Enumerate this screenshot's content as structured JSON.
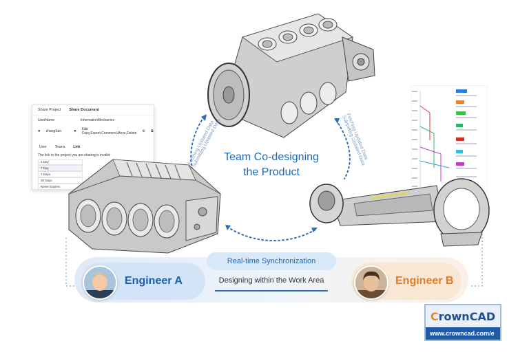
{
  "share_dialog": {
    "tab_share_project": "Share Project",
    "tab_share_document": "Share Document",
    "col_user_name": "UserName",
    "col_information": "InformationMechanics",
    "user_name": "zhangSan",
    "role": "Edit",
    "permissions": "Copy,Export,Comment,Move,Delete",
    "subtab_user": "User",
    "subtab_teams": "Teams",
    "subtab_link": "Link",
    "link_note": "The link to the project you are sharing is invalid",
    "options": [
      "1 Day",
      "7 Day",
      "7 Days",
      "30 Days",
      "Never Expires"
    ]
  },
  "center": {
    "line1": "Team Co-designing",
    "line2": "the Product"
  },
  "rotated_left": {
    "line1": "Fetching Updated Data",
    "line2": "Submitting Updated Data"
  },
  "rotated_right": {
    "line1": "Fetching Updated Data",
    "line2": "Submitting Updated Data"
  },
  "band": {
    "sync_label": "Real-time Synchronization",
    "work_area": "Designing within the Work Area",
    "engineer_a": "Engineer A",
    "engineer_b": "Engineer B"
  },
  "logo": {
    "brand_c": "C",
    "brand_rest": "rownCAD",
    "url": "www.crowncad.com/e"
  },
  "colors": {
    "primary_blue": "#1d68b8",
    "accent_orange": "#e07b2a"
  },
  "icons": [
    "user-icon",
    "settings-icon",
    "copy-icon",
    "crown-icon"
  ]
}
